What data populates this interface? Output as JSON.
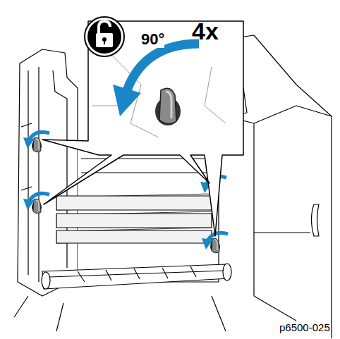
{
  "diagram": {
    "labels": [
      "4x",
      "90°",
      "p6500-025"
    ]
  }
}
